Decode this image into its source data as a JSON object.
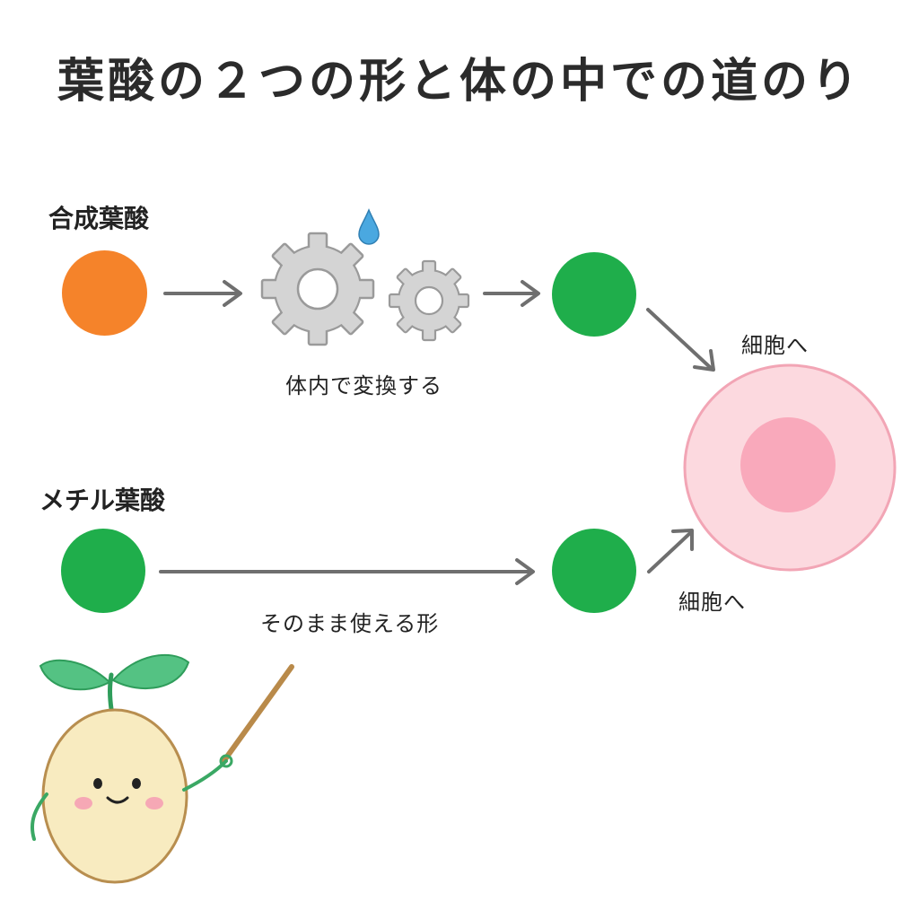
{
  "title": "葉酸の２つの形と体の中での道のり",
  "synthetic": {
    "label": "合成葉酸",
    "caption": "体内で変換する"
  },
  "methyl": {
    "label": "メチル葉酸",
    "caption": "そのまま使える形"
  },
  "cell": {
    "label_top": "細胞へ",
    "label_bottom": "細胞へ"
  },
  "colors": {
    "synthetic_folate": "#f5832a",
    "active_folate": "#1fae4b",
    "gear": "#d4d4d4",
    "gear_outline": "#9a9a9a",
    "water_drop": "#4aa8e0",
    "arrow": "#6f6f6f",
    "cell_outer": "#fcd9df",
    "cell_outer_border": "#f2a5b5",
    "cell_nucleus": "#f9a9bb",
    "mascot_body": "#f8ebc0",
    "mascot_leaf": "#54c283"
  },
  "icons": [
    "gear-icon",
    "water-drop-icon",
    "arrow-icon",
    "cell-icon",
    "sprout-mascot"
  ]
}
